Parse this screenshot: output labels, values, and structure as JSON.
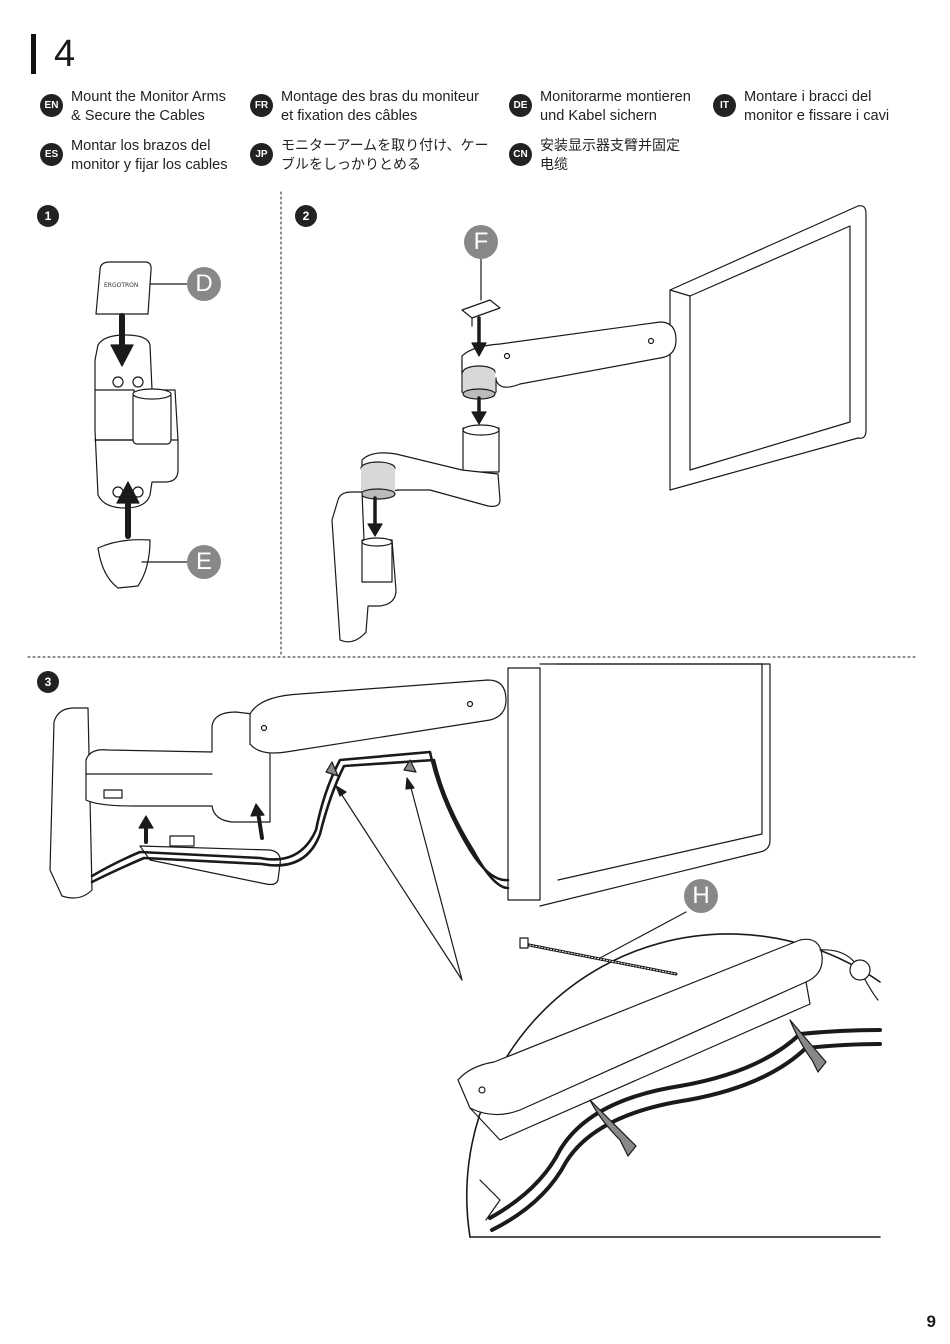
{
  "step": {
    "number": "4"
  },
  "languages": [
    {
      "code": "EN",
      "text": "Mount the Monitor Arms\n& Secure the Cables"
    },
    {
      "code": "FR",
      "text": "Montage des bras du moniteur\net fixation des câbles"
    },
    {
      "code": "DE",
      "text": "Monitorarme montieren\nund Kabel sichern"
    },
    {
      "code": "IT",
      "text": "Montare i bracci del\nmonitor e fissare i cavi"
    },
    {
      "code": "ES",
      "text": "Montar los brazos del\nmonitor y fijar los cables"
    },
    {
      "code": "JP",
      "text": "モニターアームを取り付け、ケー\nブルをしっかりとめる"
    },
    {
      "code": "CN",
      "text": "安装显示器支臂并固定\n电缆"
    }
  ],
  "panels": {
    "p1": "1",
    "p2": "2",
    "p3": "3"
  },
  "callouts": {
    "D": "D",
    "E": "E",
    "F": "F",
    "H": "H"
  },
  "brand_label": "ERGOTRON",
  "page_number": "9",
  "colors": {
    "badge": "#222222",
    "callout": "#888888",
    "line": "#1a1a1a"
  }
}
